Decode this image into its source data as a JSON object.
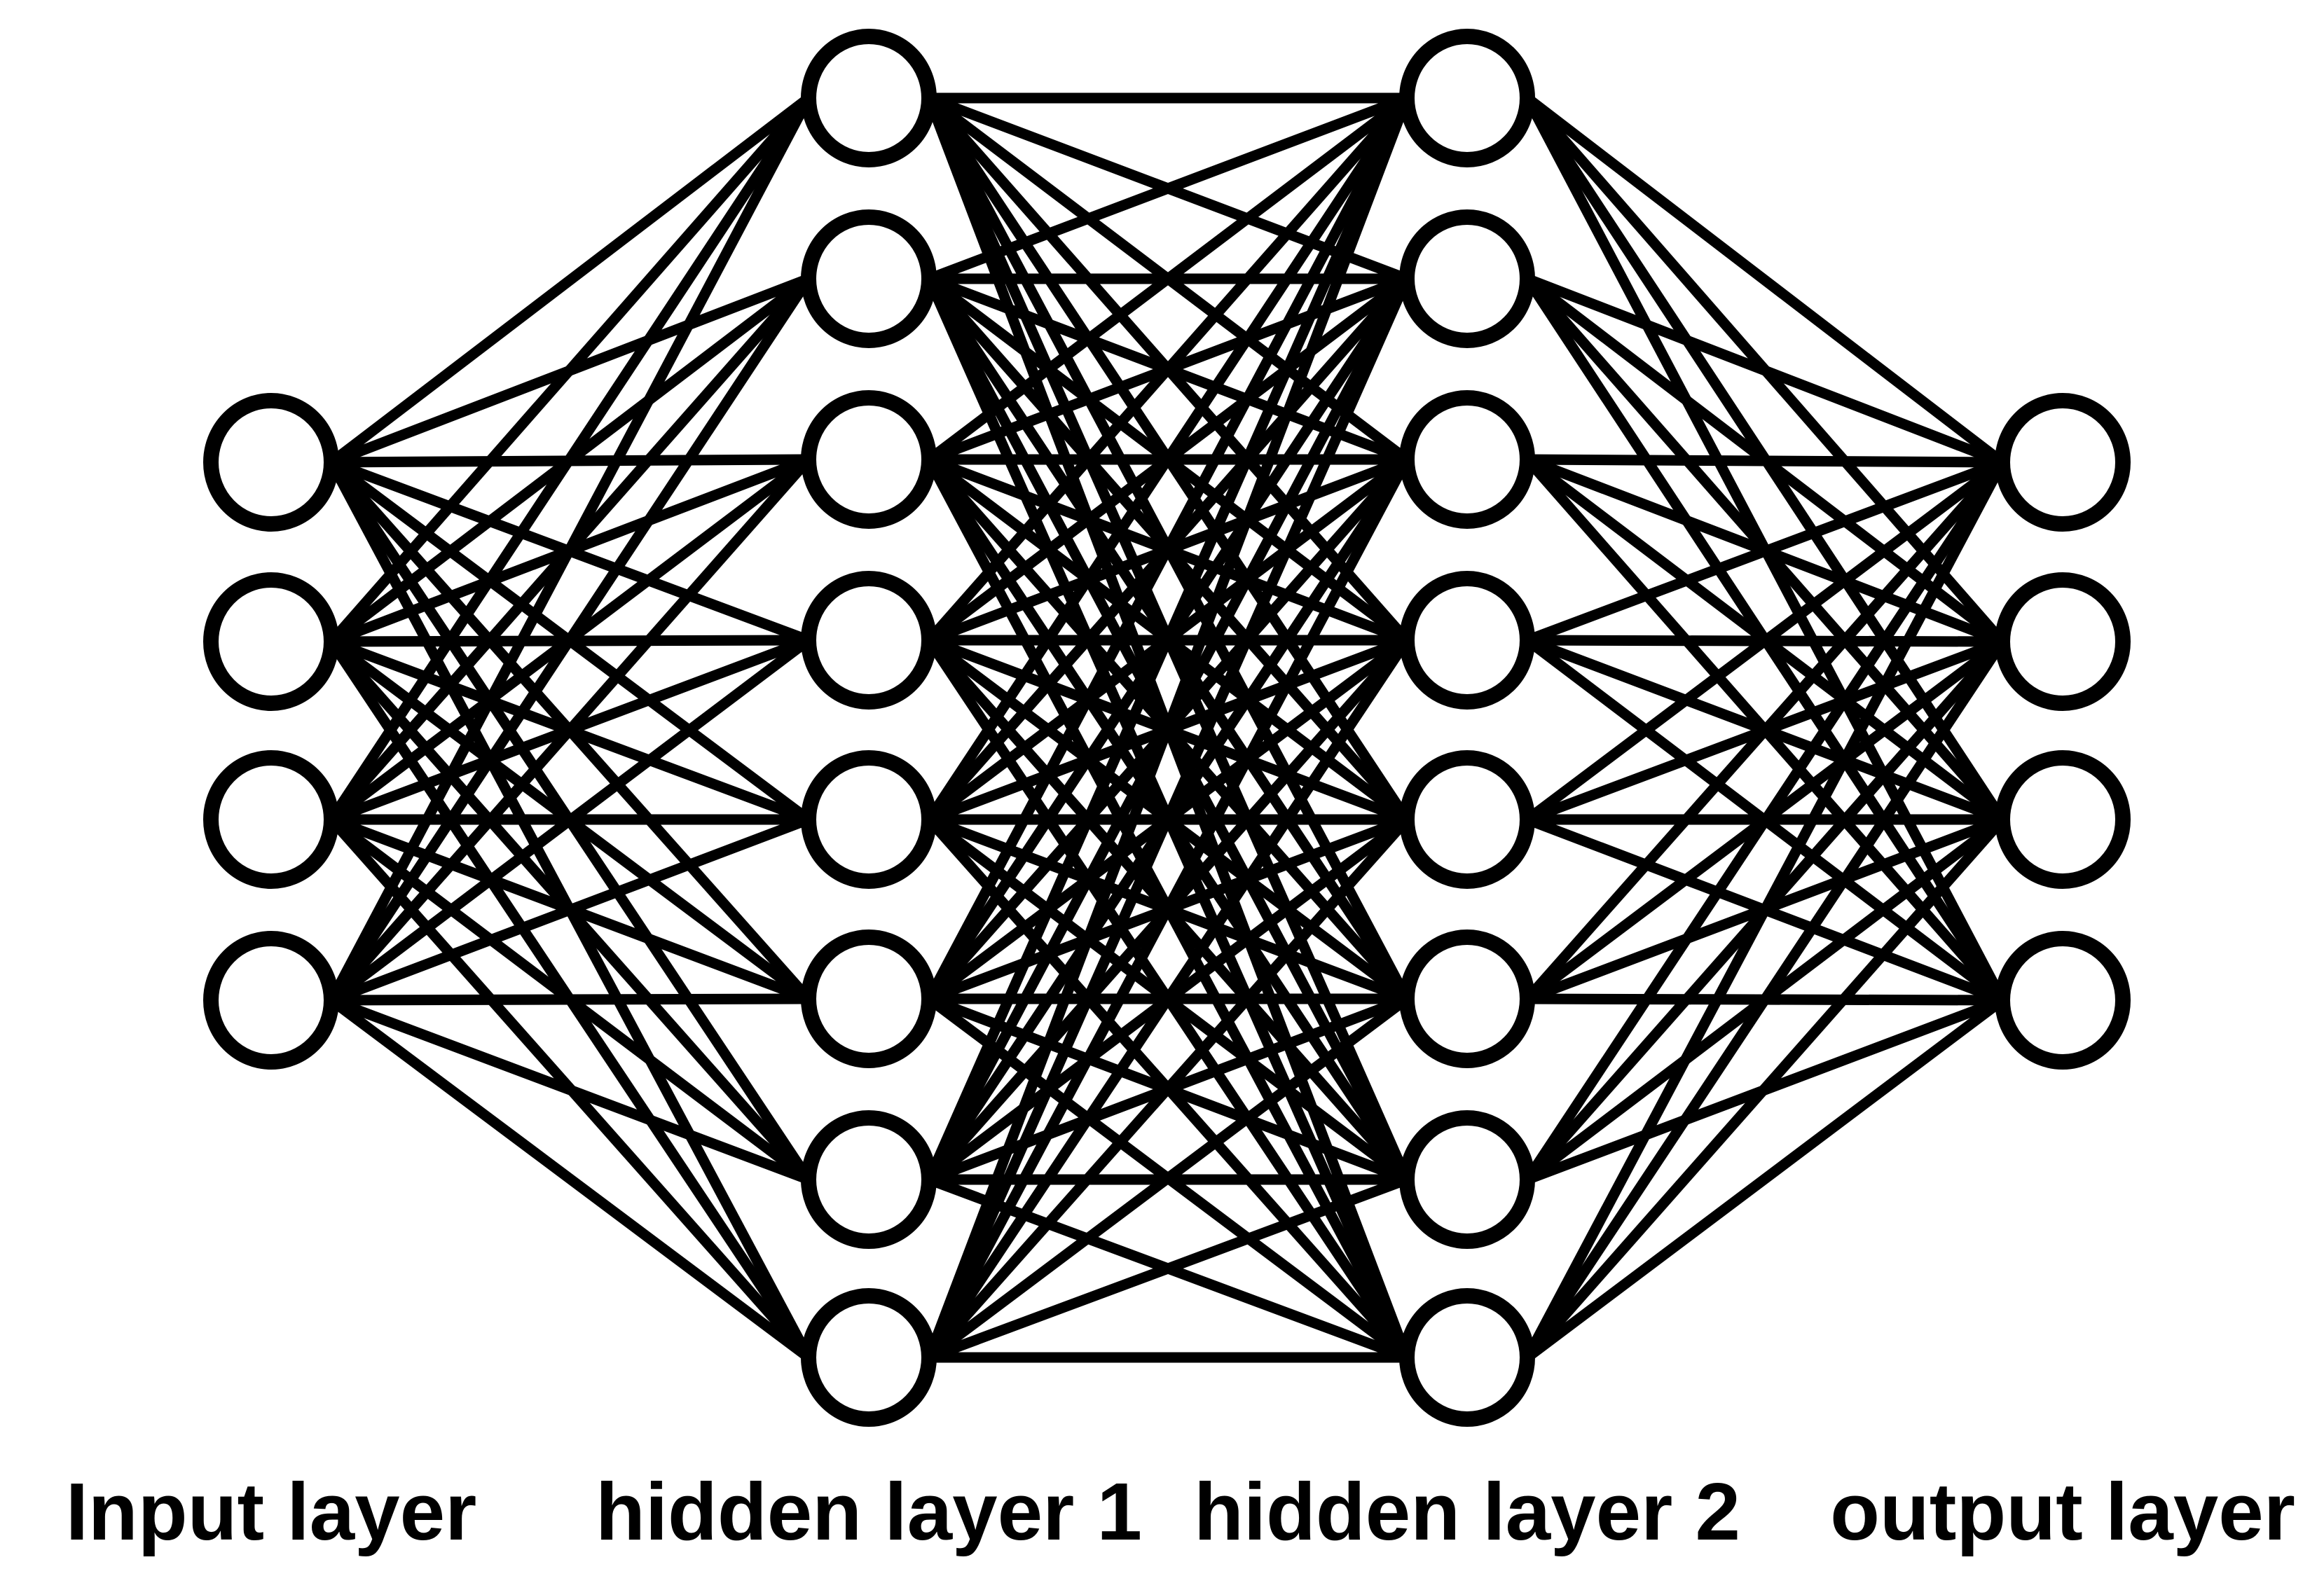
{
  "title": "Fully connected feed-forward neural network",
  "colors": {
    "stroke": "#000000",
    "node_fill": "#ffffff",
    "background": "#ffffff"
  },
  "layers": [
    {
      "name": "input",
      "label": "Input layer",
      "nodes": 4
    },
    {
      "name": "hidden-1",
      "label": "hidden layer 1",
      "nodes": 8
    },
    {
      "name": "hidden-2",
      "label": "hidden layer 2",
      "nodes": 8
    },
    {
      "name": "output",
      "label": "output layer",
      "nodes": 4
    }
  ],
  "connectivity": "fully-connected between adjacent layers"
}
